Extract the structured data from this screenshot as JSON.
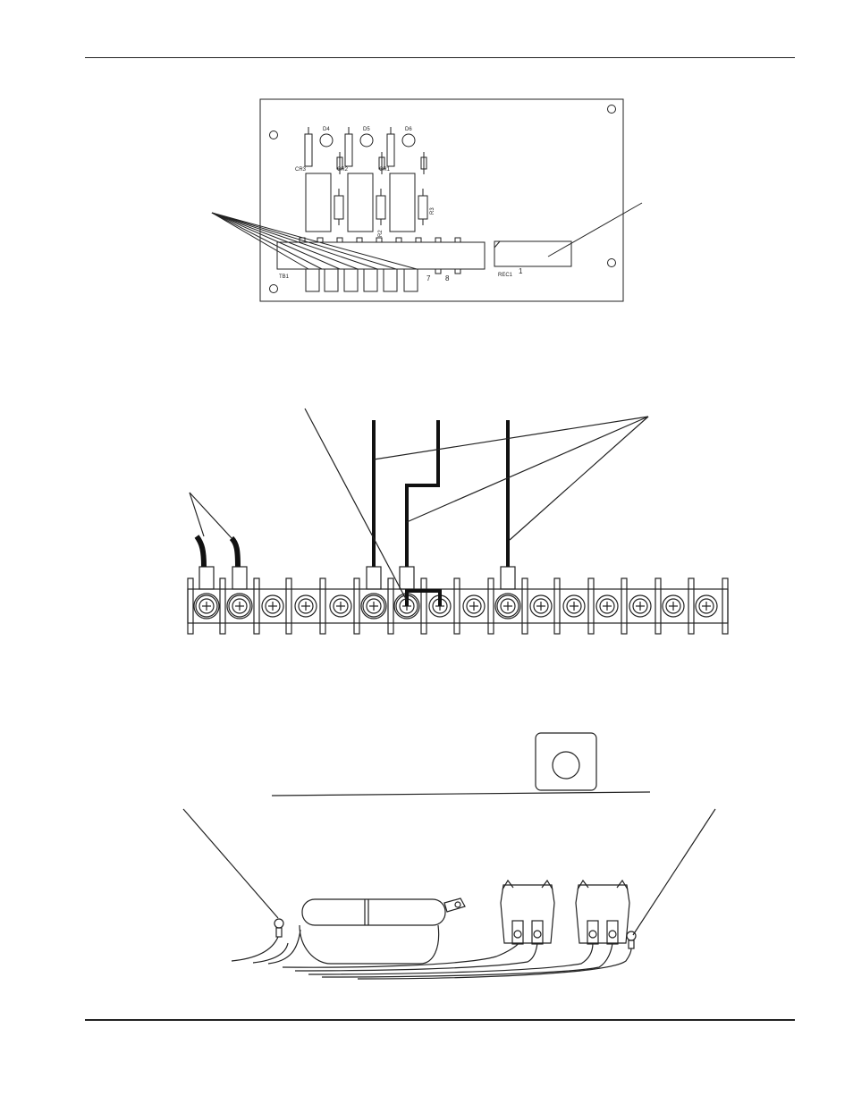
{
  "pcb": {
    "diodes": [
      "D4",
      "D5",
      "D6"
    ],
    "relays": [
      "CR3",
      "CR2",
      "CR1"
    ],
    "resistor_labels": [
      "R2",
      "R3"
    ],
    "terminal_block": "TB1",
    "terminal_numbers": [
      "7",
      "8"
    ],
    "receptacle": "REC1",
    "receptacle_pin": "1"
  }
}
